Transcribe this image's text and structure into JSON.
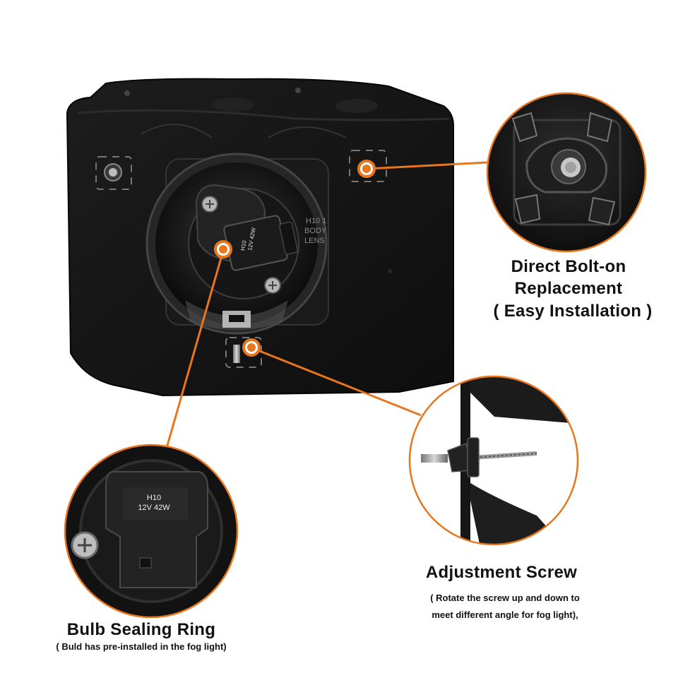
{
  "bulb_text": {
    "line1": "H10",
    "line2": "12V 42W"
  },
  "housing_text": {
    "line1": "H10 1",
    "line2": "BODY",
    "line3": "LENS"
  },
  "callouts": {
    "bolt_on": {
      "line1": "Direct Bolt-on",
      "line2": "Replacement",
      "line3": "( Easy Installation )"
    },
    "adjustment": {
      "title": "Adjustment Screw",
      "line1": "( Rotate the screw up and down to",
      "line2": "meet different angle for fog light),"
    },
    "bulb_ring": {
      "title": "Bulb Sealing Ring",
      "line1": "( Buld has pre-installed in the fog light)"
    }
  },
  "colors": {
    "accent": "#E8761E",
    "housing": "#141414",
    "text": "#111111"
  }
}
